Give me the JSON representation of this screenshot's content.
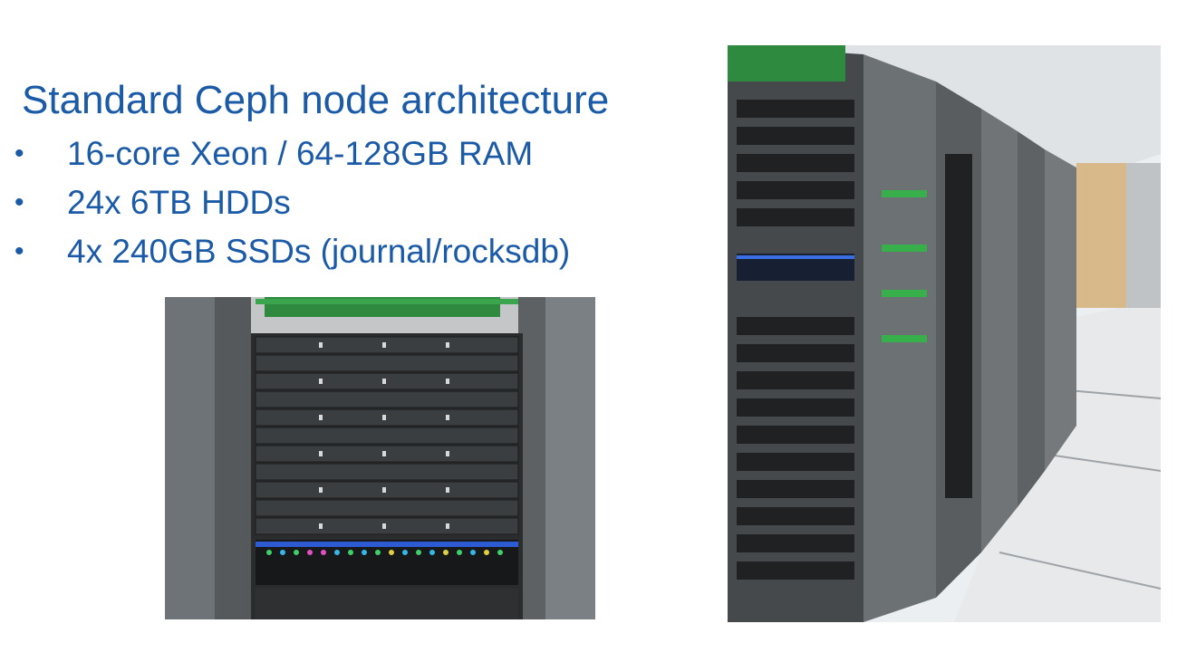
{
  "slide": {
    "title": "Standard Ceph node architecture",
    "bullets": [
      {
        "marker": "•",
        "text": "16-core Xeon / 64-128GB RAM"
      },
      {
        "marker": "•",
        "text": "24x 6TB HDDs"
      },
      {
        "marker": "•",
        "text": "4x 240GB SSDs (journal/rocksdb)"
      }
    ]
  },
  "images": {
    "rack_closeup": {
      "description_icon": "server-rack-photo"
    },
    "datacenter_aisle": {
      "description_icon": "datacenter-aisle-photo"
    }
  },
  "colors": {
    "text": "#1a5aa6",
    "background": "#ffffff"
  }
}
